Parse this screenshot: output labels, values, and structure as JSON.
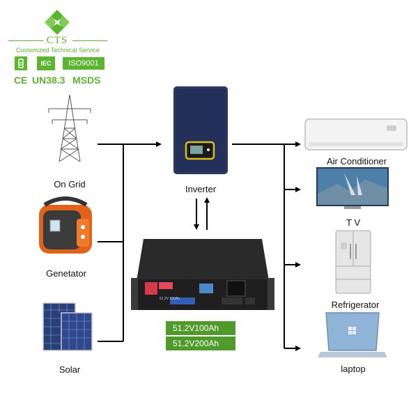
{
  "brand": {
    "name": "CTS",
    "tagline": "Customized Technical Service",
    "certs_row1": [
      "IEC",
      "ISO9001"
    ],
    "certs_row2": [
      "CE",
      "UN38.3",
      "MSDS"
    ]
  },
  "sources": [
    "On Grid",
    "Genetator",
    "Solar"
  ],
  "inverter": {
    "label": "Inverter"
  },
  "battery": {
    "panel_text": "51.2V 100Ah",
    "specs": [
      "51.2V100Ah",
      "51.2V200Ah"
    ]
  },
  "loads": [
    "Air Conditioner",
    "T V",
    "Refrigerator",
    "laptop"
  ],
  "colors": {
    "brand_green": "#5cb531",
    "inverter_navy": "#23305a",
    "battery_black": "#1f1f1f",
    "spec_green": "#4f9a2a"
  }
}
